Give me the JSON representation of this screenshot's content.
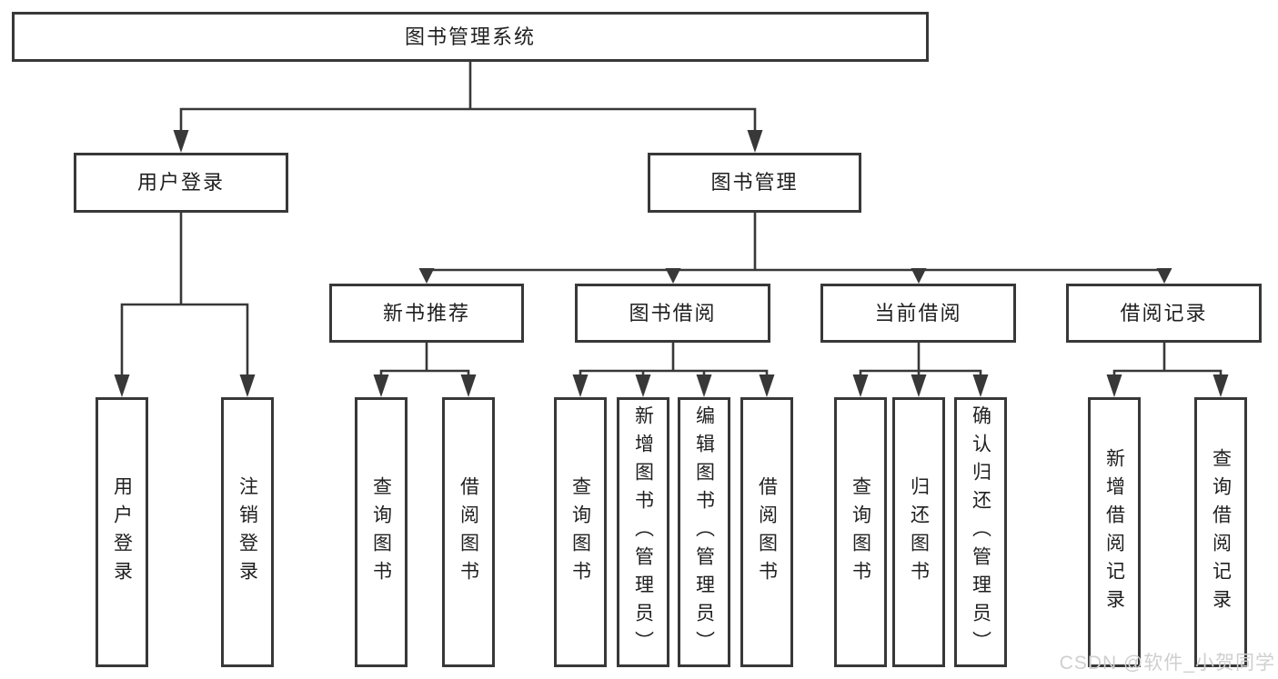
{
  "nodes": {
    "root": "图书管理系统",
    "user_login": "用户登录",
    "book_mgmt": "图书管理",
    "new_rec": "新书推荐",
    "book_borrow": "图书借阅",
    "current_borrow": "当前借阅",
    "borrow_records": "借阅记录",
    "ul_login": "用户登录",
    "ul_logout": "注销登录",
    "nr_query": "查询图书",
    "nr_borrow": "借阅图书",
    "bb_query": "查询图书",
    "bb_add": "新增图书（管理员）",
    "bb_edit": "编辑图书（管理员）",
    "bb_borrow": "借阅图书",
    "cb_query": "查询图书",
    "cb_return": "归还图书",
    "cb_confirm": "确认归还（管理员）",
    "br_add": "新增借阅记录",
    "br_query": "查询借阅记录"
  },
  "watermark": "CSDN @软件_小贺同学",
  "colors": {
    "line": "#383838",
    "box_border": "#383838",
    "text": "#1f1f1f",
    "watermark": "#cfcfcf",
    "background": "#ffffff"
  }
}
